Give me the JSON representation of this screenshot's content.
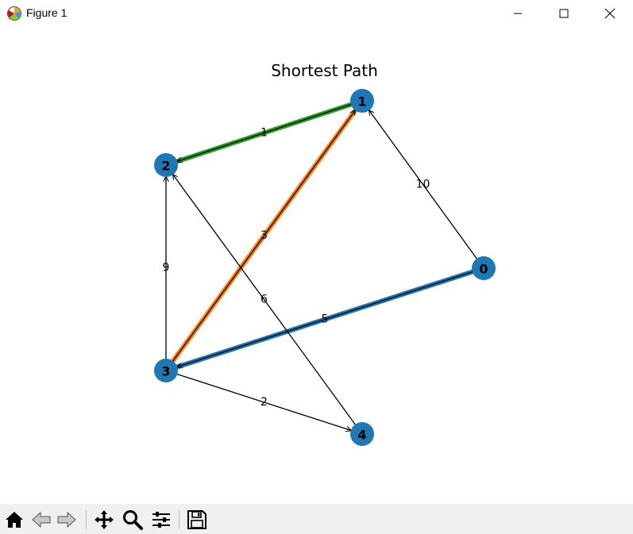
{
  "window": {
    "title": "Figure 1",
    "icon": "matplotlib-icon",
    "controls": [
      "minimize-icon",
      "maximize-icon",
      "close-icon"
    ]
  },
  "figure": {
    "title": "Shortest Path"
  },
  "graph": {
    "nodes": [
      "0",
      "1",
      "2",
      "3",
      "4"
    ],
    "edges": [
      {
        "from": "0",
        "to": "1",
        "weight": "10"
      },
      {
        "from": "0",
        "to": "3",
        "weight": "5"
      },
      {
        "from": "1",
        "to": "2",
        "weight": "1"
      },
      {
        "from": "3",
        "to": "1",
        "weight": "3"
      },
      {
        "from": "3",
        "to": "2",
        "weight": "9"
      },
      {
        "from": "3",
        "to": "4",
        "weight": "2"
      },
      {
        "from": "4",
        "to": "2",
        "weight": "6"
      }
    ],
    "highlighted_path": [
      {
        "from": "0",
        "to": "3",
        "color": "#1f77b4"
      },
      {
        "from": "3",
        "to": "1",
        "color": "#ff7f0e"
      },
      {
        "from": "1",
        "to": "2",
        "color": "#2ca02c"
      }
    ],
    "colors": {
      "node": "#1f77b4",
      "edge": "#000000"
    }
  },
  "toolbar": {
    "buttons": [
      {
        "name": "home-icon",
        "label": "Home"
      },
      {
        "name": "back-icon",
        "label": "Back"
      },
      {
        "name": "forward-icon",
        "label": "Forward"
      },
      {
        "name": "pan-icon",
        "label": "Pan"
      },
      {
        "name": "zoom-icon",
        "label": "Zoom"
      },
      {
        "name": "configure-subplots-icon",
        "label": "Configure subplots"
      },
      {
        "name": "save-icon",
        "label": "Save"
      }
    ]
  }
}
